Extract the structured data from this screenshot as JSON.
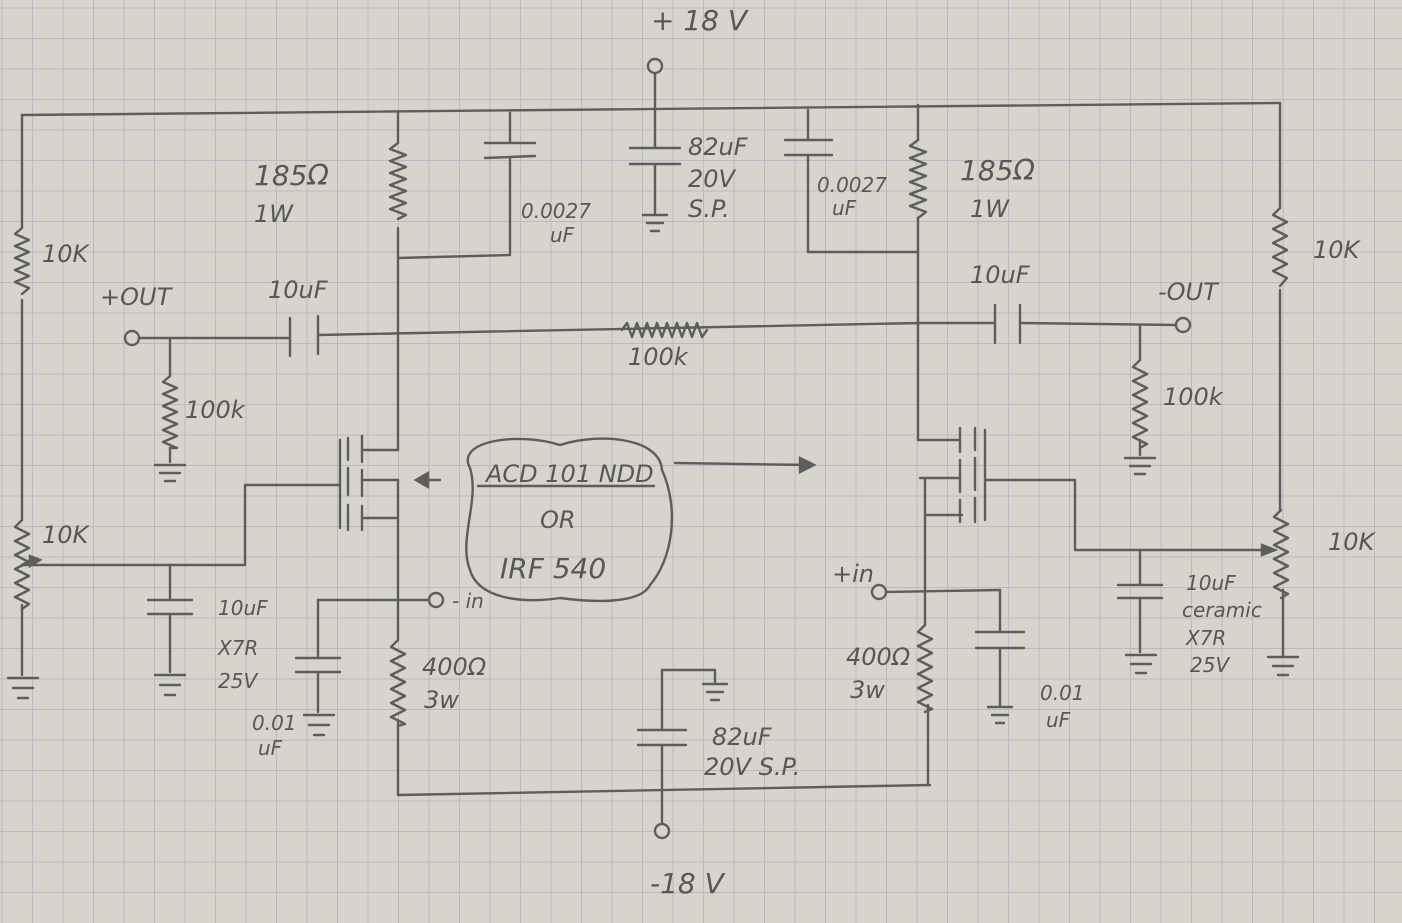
{
  "labels": {
    "supply_pos": "+ 18 V",
    "supply_neg": "-18 V",
    "res_185_left": "185Ω",
    "res_185_left_w": "1W",
    "res_185_right": "185Ω",
    "res_185_right_w": "1W",
    "cap_0007_left_a": "0.0027",
    "cap_0007_left_b": "uF",
    "cap_0007_right_a": "0.0027",
    "cap_0007_right_b": "uF",
    "cap_82_top_a": "82uF",
    "cap_82_top_b": "20V",
    "cap_82_top_c": "S.P.",
    "res_10k_left": "10K",
    "res_10k_right": "10K",
    "pot_10k_left": "10K",
    "pot_10k_right": "10K",
    "out_pos": "+OUT",
    "out_neg": "-OUT",
    "cap_10uf_left": "10uF",
    "cap_10uf_right": "10uF",
    "res_100k_center": "100k",
    "res_100k_left": "100k",
    "res_100k_right": "100k",
    "mosfet_part_a": "ACD 101 NDD",
    "mosfet_or": "OR",
    "mosfet_part_b": "IRF 540",
    "cap_10uf_xfr_left_a": "10uF",
    "cap_10uf_xfr_left_b": "X7R",
    "cap_10uf_xfr_left_c": "25V",
    "cap_10uf_xfr_right_a": "10uF",
    "cap_10uf_xfr_right_b": "ceramic",
    "cap_10uf_xfr_right_c": "X7R",
    "cap_10uf_xfr_right_d": "25V",
    "in_neg": "- in",
    "in_pos": "+in",
    "cap_001_left_a": "0.01",
    "cap_001_left_b": "uF",
    "cap_001_right_a": "0.01",
    "cap_001_right_b": "uF",
    "res_400_left_a": "400Ω",
    "res_400_left_b": "3w",
    "res_400_right_a": "400Ω",
    "res_400_right_b": "3w",
    "cap_82_bottom_a": "82uF",
    "cap_82_bottom_b": "20V S.P."
  },
  "colors": {
    "paper": "#d6d4cd",
    "grid": "#b9b8c4",
    "pencil": "#5d5d5d"
  }
}
